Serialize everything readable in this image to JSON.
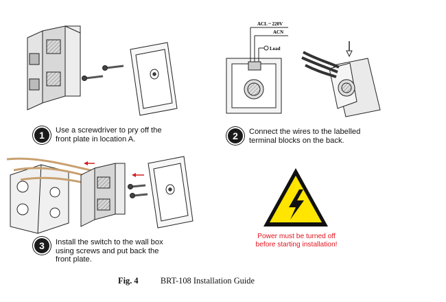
{
  "steps": [
    {
      "number": "1",
      "lines": [
        "Use a screwdriver to pry off the",
        "front plate in location A."
      ]
    },
    {
      "number": "2",
      "lines": [
        "Connect the wires to the labelled",
        "terminal blocks on the back."
      ]
    },
    {
      "number": "3",
      "lines": [
        "Install the switch to the wall box",
        "using screws and put back the",
        "front plate."
      ]
    }
  ],
  "wiring_labels": {
    "acl": "ACL ~ 220V",
    "acn": "ACN",
    "load": "Load"
  },
  "warning": {
    "lines": [
      "Power must be turned off",
      "before starting installation!"
    ],
    "color": "#e0141e",
    "sign_color": "#ffe500"
  },
  "caption": {
    "fig": "Fig. 4",
    "title": "BRT-108 Installation Guide"
  }
}
